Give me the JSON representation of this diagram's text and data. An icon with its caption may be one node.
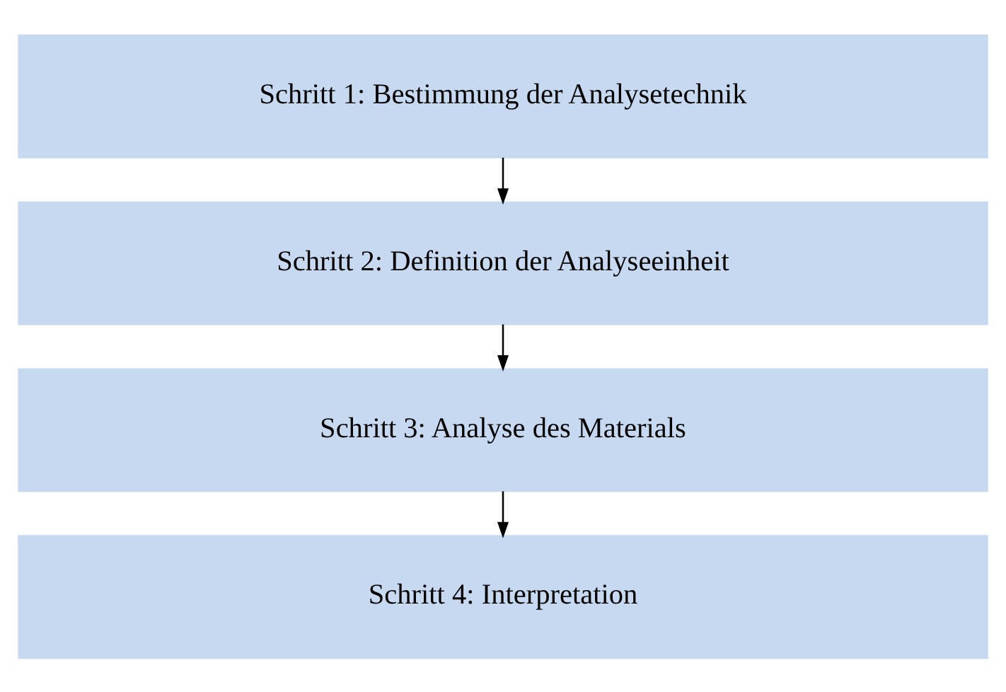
{
  "diagram": {
    "nodes": [
      {
        "text": [
          "Schritt 1: Bestimmung der Analysetechnik"
        ]
      },
      {
        "text": [
          "Schritt 2: Definition der Analyseeinheit"
        ]
      },
      {
        "text": [
          "Schritt 3: Analyse des Materials"
        ]
      },
      {
        "text": [
          "Schritt 4: Interpretation"
        ]
      }
    ],
    "edges": [
      {
        "from": 0,
        "to": 1,
        "arrow": "to"
      },
      {
        "from": 1,
        "to": 2,
        "arrow": "to"
      },
      {
        "from": 2,
        "to": 3,
        "arrow": "to"
      }
    ]
  }
}
